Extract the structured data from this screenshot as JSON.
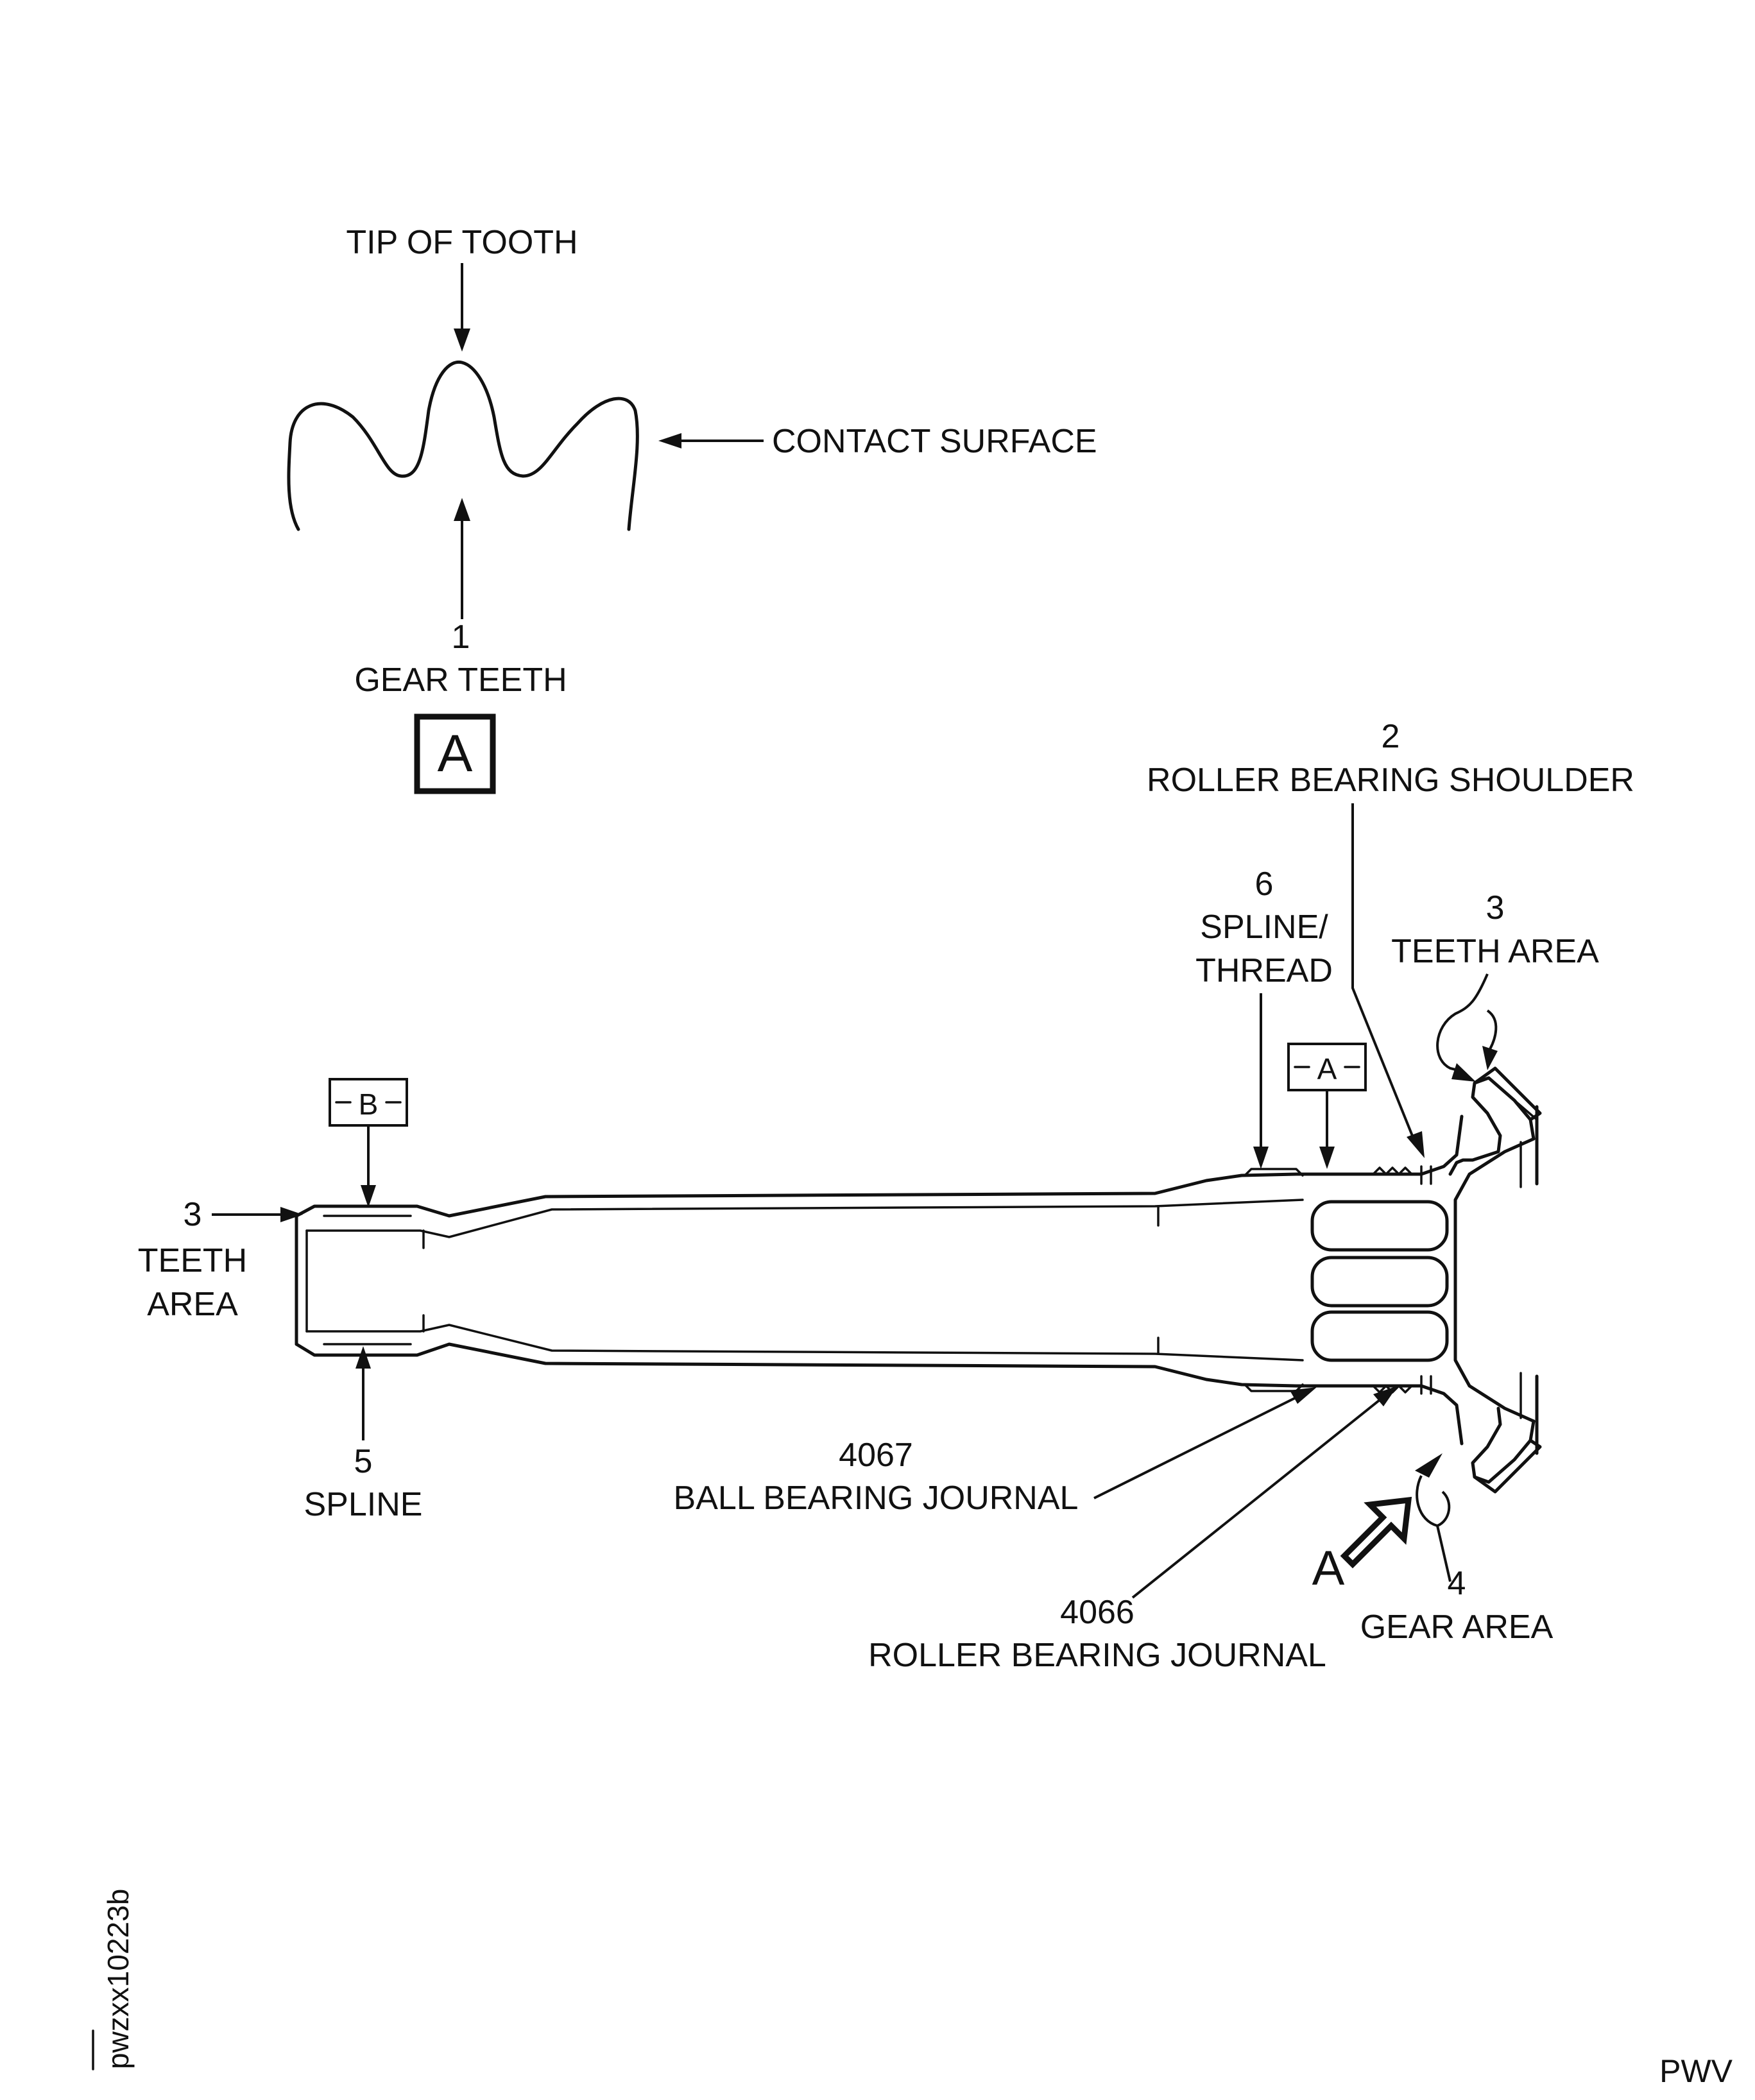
{
  "detail_a": {
    "tip_label": "TIP OF TOOTH",
    "contact_label": "CONTACT SURFACE",
    "gear_teeth_number": "1",
    "gear_teeth_label": "GEAR TEETH",
    "view_tag": "A"
  },
  "shaft": {
    "roller_bearing_shoulder_number": "2",
    "roller_bearing_shoulder_label": "ROLLER BEARING SHOULDER",
    "spline_thread_number": "6",
    "spline_thread_line1": "SPLINE/",
    "spline_thread_line2": "THREAD",
    "teeth_area_right_number": "3",
    "teeth_area_right_label": "TEETH AREA",
    "datum_a": "A",
    "datum_b": "B",
    "teeth_area_left_number": "3",
    "teeth_area_left_line1": "TEETH",
    "teeth_area_left_line2": "AREA",
    "spline_number": "5",
    "spline_label": "SPLINE",
    "ball_bearing_number": "4067",
    "ball_bearing_label": "BALL BEARING JOURNAL",
    "roller_bearing_journal_number": "4066",
    "roller_bearing_journal_label": "ROLLER BEARING JOURNAL",
    "view_arrow_letter": "A",
    "gear_area_number": "4",
    "gear_area_label": "GEAR AREA"
  },
  "footer": {
    "figure_id": "pwzxx10223b",
    "code": "PWV"
  }
}
